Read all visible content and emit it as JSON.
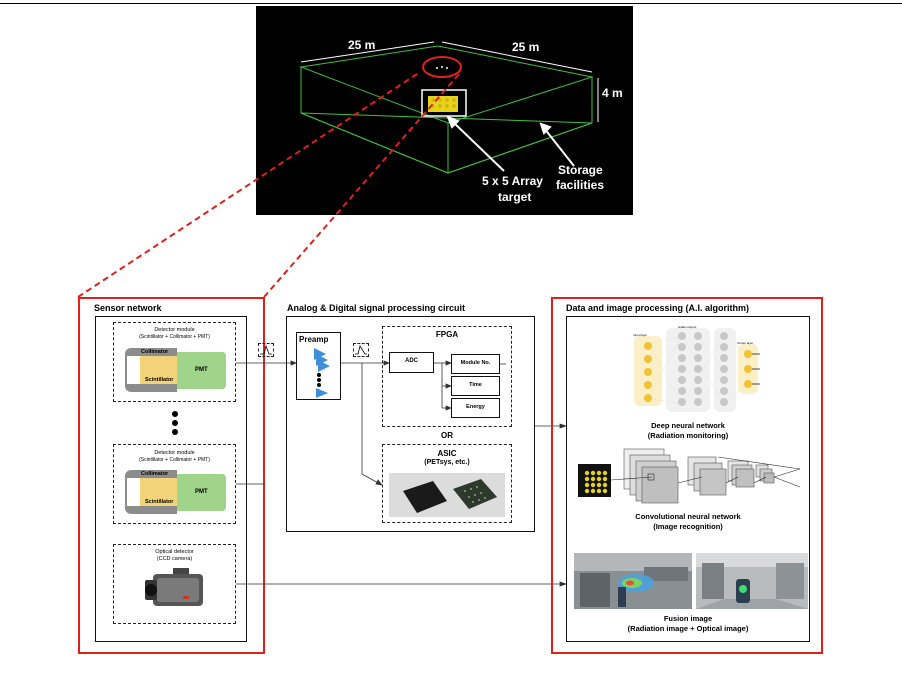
{
  "top_scene": {
    "dim_left": "25 m",
    "dim_right": "25 m",
    "dim_height": "4 m",
    "target_label": [
      "5 x 5 Array",
      "target"
    ],
    "storage_label": [
      "Storage",
      "facilities"
    ]
  },
  "sensor_network": {
    "title": "Sensor network",
    "detector_module_title": "Detector module",
    "detector_module_sub": "(Scintillator + Collimator + PMT)",
    "collimator": "Collimator",
    "scintillator": "Scintillator",
    "pmt": "PMT",
    "optical_title": "Optical detector",
    "optical_sub": "(CCD camera)"
  },
  "signal_processing": {
    "title": "Analog & Digital signal processing circuit",
    "preamp": "Preamp",
    "fpga": "FPGA",
    "adc": "ADC",
    "module_no": "Module No.",
    "time": "Time",
    "energy": "Energy",
    "or": "OR",
    "asic": "ASIC",
    "asic_sub": "(PETsys, etc.)"
  },
  "data_processing": {
    "title": "Data and image processing (A.I. algorithm)",
    "nn_input": "Input layer",
    "nn_hidden": "Hidden layers",
    "nn_output": "Output layer",
    "dnn_title": "Deep neural network",
    "dnn_sub": "(Radiation monitoring)",
    "cnn_title": "Convolutional neural network",
    "cnn_sub": "(Image recognition)",
    "fusion_title": "Fusion image",
    "fusion_sub": "(Radiation image + Optical image)"
  },
  "colors": {
    "red_frame": "#e0201b",
    "green_box": "#3fbf3f",
    "pmt_green": "#9fd48a",
    "scint_yellow": "#f3d37a",
    "preamp_blue": "#3d8fd9",
    "nn_yellow": "#f1c232"
  }
}
